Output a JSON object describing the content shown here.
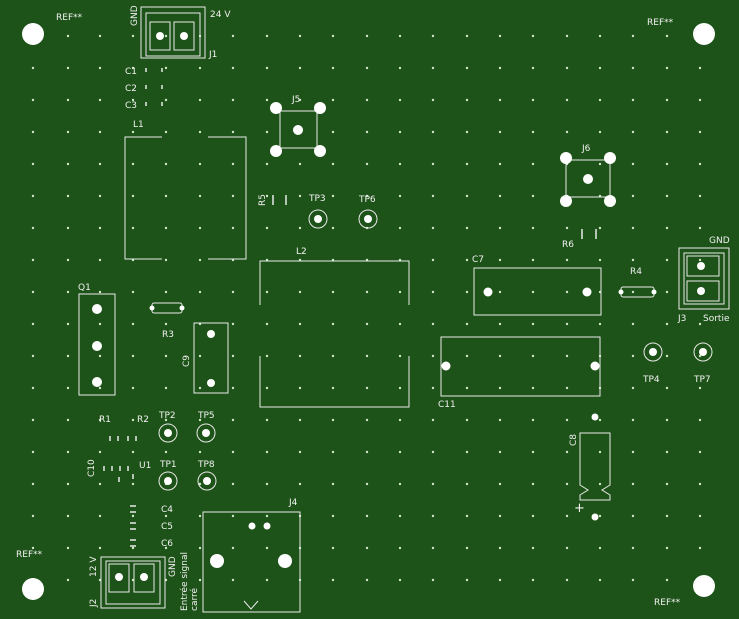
{
  "colors": {
    "board": "#1d5218",
    "silk": "#eaeaea",
    "pad": "#ffffff",
    "via": "#cfe8c6"
  },
  "mounting_refs": [
    "REF**",
    "REF**",
    "REF**",
    "REF**"
  ],
  "connectors": {
    "J1": {
      "ref": "J1",
      "pin_gnd": "GND",
      "pin_power": "24 V"
    },
    "J2": {
      "ref": "J2",
      "pin_power": "12 V",
      "pin_gnd": "GND",
      "pin_signal_1": "Entrée signal",
      "pin_signal_2": "carré"
    },
    "J3": {
      "ref": "J3",
      "pin_gnd": "GND",
      "pin_out": "Sortie"
    },
    "J4": {
      "ref": "J4"
    },
    "J5": {
      "ref": "J5"
    },
    "J6": {
      "ref": "J6"
    }
  },
  "capacitors": [
    "C1",
    "C2",
    "C3",
    "C4",
    "C5",
    "C6",
    "C7",
    "C8",
    "C9",
    "C10",
    "C11"
  ],
  "inductors": [
    "L1",
    "L2"
  ],
  "resistors": [
    "R1",
    "R2",
    "R3",
    "R4",
    "R5",
    "R6"
  ],
  "transistor": "Q1",
  "ic": "U1",
  "testpoints": [
    "TP1",
    "TP2",
    "TP3",
    "TP4",
    "TP5",
    "TP6",
    "TP7",
    "TP8"
  ],
  "polarity_mark": "+"
}
